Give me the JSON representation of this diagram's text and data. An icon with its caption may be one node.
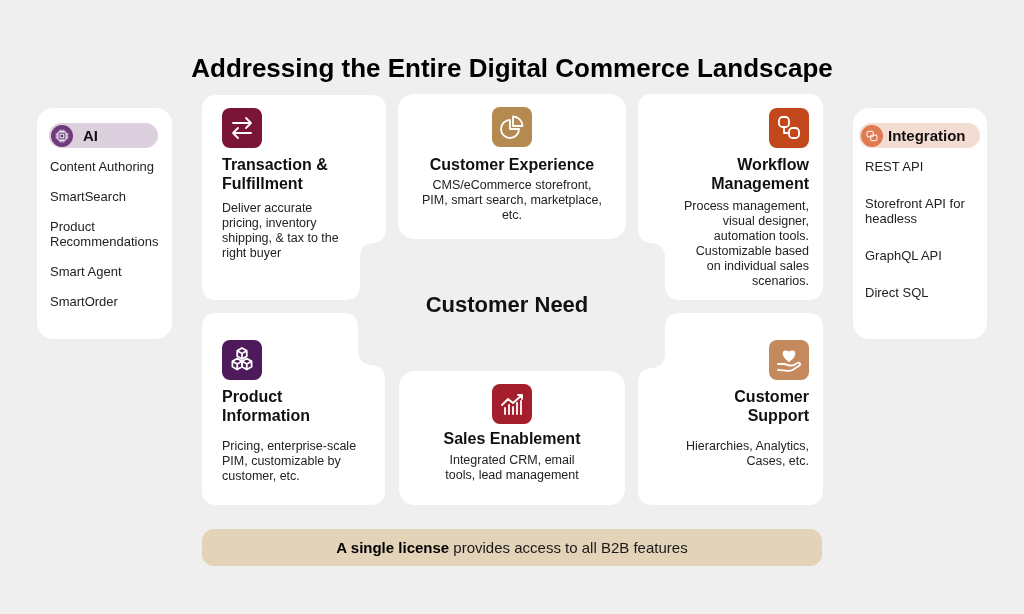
{
  "diagram": {
    "title": "Addressing the Entire Digital Commerce Landscape",
    "nodes": [
      {
        "text": [
          "Content Authoring",
          "SmartSearch",
          "Product Recommendations",
          "Smart Agent",
          "SmartOrder"
        ]
      },
      {
        "text": [
          "AI"
        ],
        "in": 0
      },
      {
        "text": [
          "Transaction & Fulfillment",
          "Deliver accurate pricing, inventory shipping, & tax to the right buyer"
        ]
      },
      {
        "text": [
          "Customer Experience",
          "CMS/eCommerce storefront, PIM, smart search, marketplace, etc."
        ]
      },
      {
        "text": [
          "Workflow Management",
          "Process management, visual designer, automation tools. Customizable based on individual sales scenarios."
        ]
      },
      {
        "text": [
          "REST API",
          "Storefront API for headless",
          "GraphQL API",
          "Direct SQL"
        ]
      },
      {
        "text": [
          "Integration"
        ],
        "in": 5
      },
      {
        "text": [
          "Product Information",
          "Pricing, enterprise-scale PIM, customizable by customer, etc."
        ]
      },
      {
        "text": [
          "Sales Enablement",
          "Integrated CRM, email tools, lead management"
        ]
      },
      {
        "text": [
          "Customer Support",
          "Hierarchies, Analytics, Cases, etc."
        ]
      },
      {
        "text": [
          "**A single license** provides access to all B2B features"
        ]
      }
    ],
    "labels": [
      "Customer Need"
    ]
  }
}
